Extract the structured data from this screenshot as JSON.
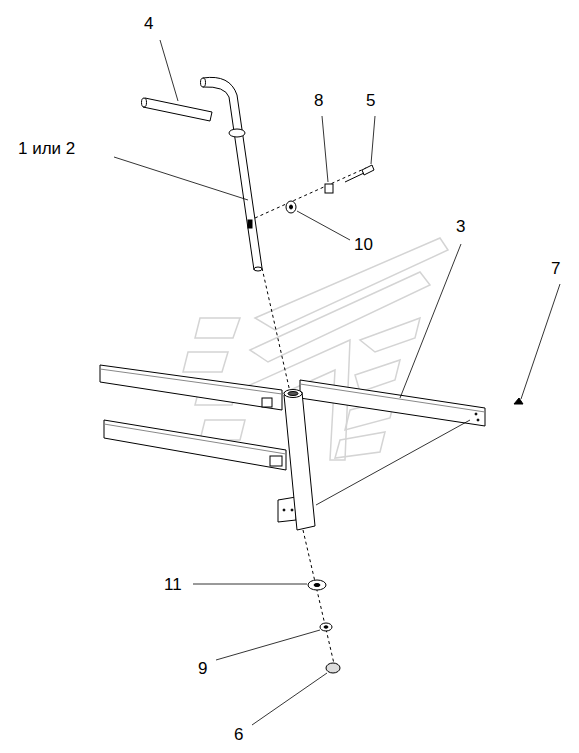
{
  "diagram": {
    "labels": [
      "4",
      "8",
      "5",
      "1 или 2",
      "3",
      "7",
      "10",
      "11",
      "9",
      "6"
    ]
  }
}
